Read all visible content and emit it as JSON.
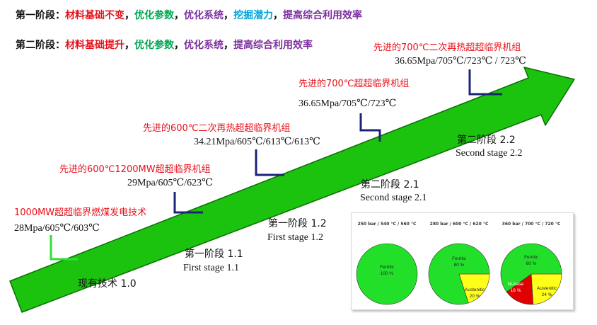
{
  "header": {
    "line1": {
      "prefix": "第一阶段：",
      "items": [
        {
          "text": "材料基础不变",
          "color": "#e8101a"
        },
        {
          "text": "，",
          "color": "#111111"
        },
        {
          "text": "优化参数",
          "color": "#00a651"
        },
        {
          "text": "，",
          "color": "#111111"
        },
        {
          "text": "优化系统",
          "color": "#7b2f9e"
        },
        {
          "text": "，",
          "color": "#111111"
        },
        {
          "text": "挖掘潜力",
          "color": "#00a3d9"
        },
        {
          "text": "，",
          "color": "#111111"
        },
        {
          "text": "提高综合利用效率",
          "color": "#7b2f9e"
        }
      ]
    },
    "line2": {
      "prefix": "第二阶段：",
      "items": [
        {
          "text": "材料基础提升",
          "color": "#e8101a"
        },
        {
          "text": "，",
          "color": "#111111"
        },
        {
          "text": "优化参数",
          "color": "#00a651"
        },
        {
          "text": "，",
          "color": "#111111"
        },
        {
          "text": "优化系统",
          "color": "#7b2f9e"
        },
        {
          "text": "，",
          "color": "#111111"
        },
        {
          "text": "提高综合利用效率",
          "color": "#7b2f9e"
        }
      ]
    }
  },
  "milestones": [
    {
      "title": "1000MW超超临界燃煤发电技术",
      "params": "28Mpa/605℃/603℃"
    },
    {
      "title": "先进的600℃1200MW超超临界机组",
      "params": "29Mpa/605℃/623℃"
    },
    {
      "title": "先进的600℃二次再热超超临界机组",
      "params": "34.21Mpa/605℃/613℃/613℃"
    },
    {
      "title": "先进的700℃超超临界机组",
      "params": "36.65Mpa/705℃/723℃"
    },
    {
      "title": "先进的700℃二次再热超超临界机组",
      "params": "36.65Mpa/705℃/723℃ / 723℃"
    }
  ],
  "stages": [
    {
      "cn": "现有技术 1.0",
      "en": ""
    },
    {
      "cn": "第一阶段 1.1",
      "en": "First stage  1.1"
    },
    {
      "cn": "第一阶段 1.2",
      "en": "First stage  1.2"
    },
    {
      "cn": "第二阶段 2.1",
      "en": "Second stage  2.1"
    },
    {
      "cn": "第二阶段 2.2",
      "en": "Second stage  2.2"
    }
  ],
  "pie_panel": {
    "colors": {
      "ferritic": "#22e02a",
      "austenitic": "#ffff1a",
      "ni_base": "#e00000"
    },
    "pies": [
      {
        "title": "250 bar / 540 °C / 560 °C",
        "slices": [
          {
            "name": "Ferritic",
            "value": 100
          }
        ],
        "labels": [
          {
            "name": "Ferritic",
            "pct": "100 %"
          }
        ]
      },
      {
        "title": "280 bar / 600 °C / 620 °C",
        "slices": [
          {
            "name": "Ferritic",
            "value": 80
          },
          {
            "name": "Austenitic",
            "value": 20
          }
        ],
        "labels": [
          {
            "name": "Ferritic",
            "pct": "80 %"
          },
          {
            "name": "Austenitic",
            "pct": "20 %"
          }
        ]
      },
      {
        "title": "360 bar / 700 °C / 720 °C",
        "slices": [
          {
            "name": "Ferritic",
            "value": 60
          },
          {
            "name": "Austenitic",
            "value": 24
          },
          {
            "name": "Ni-base",
            "value": 16
          }
        ],
        "labels": [
          {
            "name": "Ferritic",
            "pct": "60 %"
          },
          {
            "name": "Austenitic",
            "pct": "24 %"
          },
          {
            "name": "Ni-base",
            "pct": "16 %"
          }
        ]
      }
    ]
  }
}
